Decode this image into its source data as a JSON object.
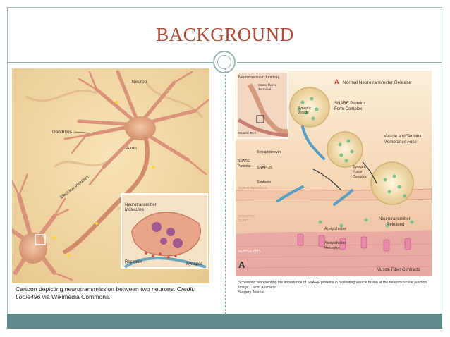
{
  "slide": {
    "title": "BACKGROUND"
  },
  "left_figure": {
    "labels": {
      "neuron": "Neuron",
      "dendrites": "Dendrites",
      "axon": "Axon",
      "impulses": "Electrical impulses",
      "nt_molecules_1": "Neurotransmitter",
      "nt_molecules_2": "Molecules",
      "receptor": "Receptor",
      "synapse": "Synapse"
    },
    "caption_main": "Cartoon depicting neurotransmission between two neurons. ",
    "caption_credit": "Credit:",
    "caption_line2_italic": "Looie496",
    "caption_line2_rest": " via Wikimedia Commons."
  },
  "right_figure": {
    "labels": {
      "nmj": "Neuromuscular Junction",
      "motor_nerve_1": "Motor Nerve",
      "motor_nerve_2": "Terminal",
      "muscle_cell_small": "Muscle Cell",
      "panel_letter_a": "A",
      "panel_title": "Normal Neurotransmitter Release",
      "synaptic_vesicle_1": "Synaptic",
      "synaptic_vesicle_2": "Vesicle",
      "snare_form_1": "SNARE Proteins",
      "snare_form_2": "Form Complex",
      "vesicle_fuse_1": "Vesicle and Terminal",
      "vesicle_fuse_2": "Membranes Fuse",
      "synaptobrevin": "Synaptobrevin",
      "snare_proteins_1": "SNARE",
      "snare_proteins_2": "Proteins",
      "snap25": "SNAP-25",
      "syntaxin": "Syntaxin",
      "fusion_1": "Synaptic",
      "fusion_2": "Fusion",
      "fusion_3": "Complex",
      "nerve_terminus": "NERVE TERMINUS",
      "synaptic_cleft_1": "SYNAPTIC",
      "synaptic_cleft_2": "CLEFT",
      "nt_released_1": "Neurotransmitter",
      "nt_released_2": "Released",
      "acetylcholine": "Acetylcholine",
      "ach_receptor_1": "Acetylcholine",
      "ach_receptor_2": "Receptor",
      "muscle_cell": "MUSCLE CELL",
      "panel_letter_a2": "A",
      "muscle_contracts": "Muscle Fiber Contracts"
    },
    "caption_line1": "Schematic representing the importance of SNARE proteins in facilitating vesicle fusion at the neuromuscular junction. Image Credit: Aesthetic",
    "caption_line2": "Surgery Journal."
  },
  "colors": {
    "title": "#b04a33",
    "footer_bar": "#5f8a8b",
    "rule": "#8fb0b0"
  }
}
